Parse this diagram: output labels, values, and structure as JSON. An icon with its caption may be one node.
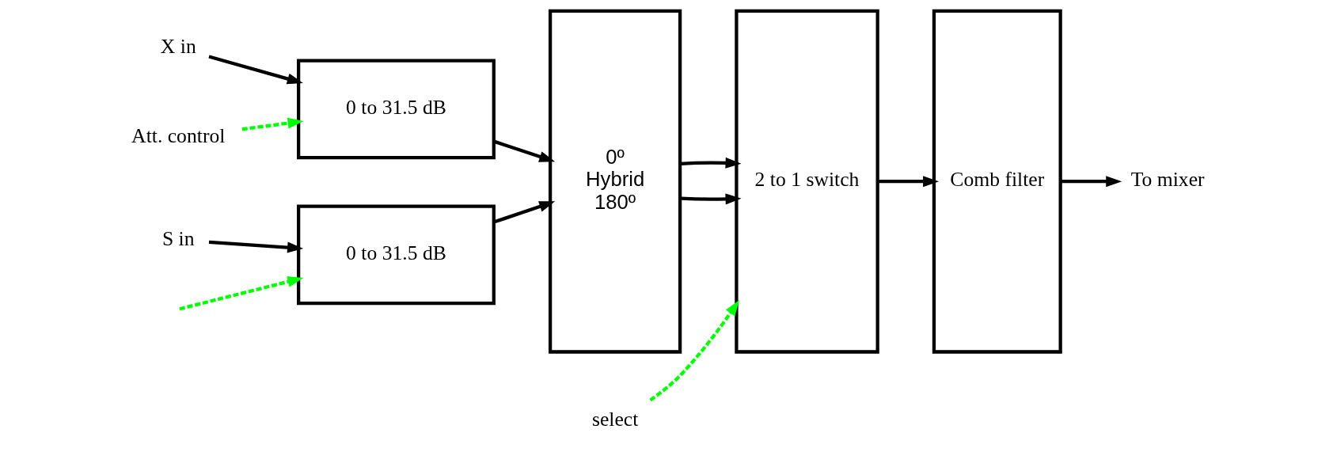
{
  "diagram": {
    "nodes": [
      {
        "text": [
          "X in"
        ]
      },
      {
        "text": [
          "S in"
        ]
      },
      {
        "text": [
          "Att. control"
        ]
      },
      {
        "text": [
          "0 to 31.5 dB"
        ]
      },
      {
        "text": [
          "0 to 31.5 dB"
        ]
      },
      {
        "text": [
          "0º",
          "Hybrid",
          "180º"
        ]
      },
      {
        "text": [
          "select"
        ]
      },
      {
        "text": [
          "2 to 1 switch"
        ]
      },
      {
        "text": [
          "Comb filter"
        ]
      },
      {
        "text": [
          "To mixer"
        ]
      }
    ],
    "edges": [
      {
        "from": 0,
        "to": 3,
        "arrow": "to"
      },
      {
        "from": 1,
        "to": 4,
        "arrow": "to"
      },
      {
        "from": 2,
        "to": 3,
        "arrow": "to",
        "style": "dashed",
        "color": "#00ff00"
      },
      {
        "from": null,
        "to": 4,
        "arrow": "to",
        "style": "dashed",
        "color": "#00ff00"
      },
      {
        "from": 3,
        "to": 5,
        "arrow": "to"
      },
      {
        "from": 4,
        "to": 5,
        "arrow": "to"
      },
      {
        "from": 5,
        "to": 7,
        "arrow": "to"
      },
      {
        "from": 5,
        "to": 7,
        "arrow": "to"
      },
      {
        "from": 6,
        "to": 7,
        "arrow": "to",
        "style": "dashed",
        "color": "#00ff00"
      },
      {
        "from": 7,
        "to": 8,
        "arrow": "to"
      },
      {
        "from": 8,
        "to": 9,
        "arrow": "to"
      }
    ]
  }
}
